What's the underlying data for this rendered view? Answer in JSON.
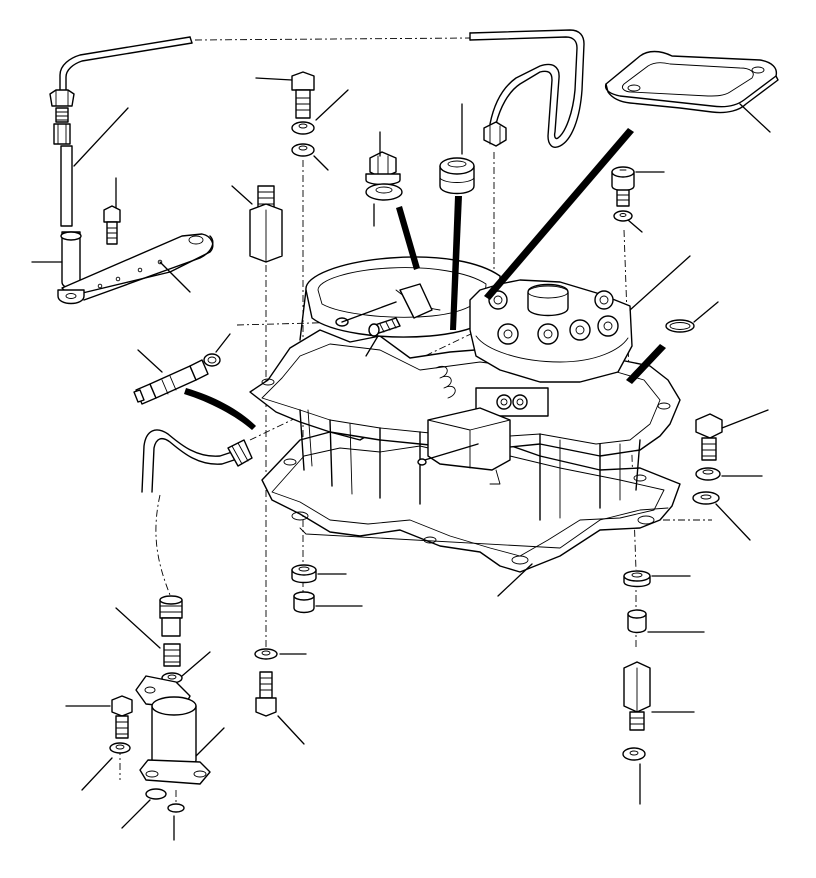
{
  "figure": {
    "type": "exploded-parts-diagram",
    "background": "#ffffff",
    "line_color": "#000000",
    "text_labels": []
  },
  "parts": [
    {
      "id": "fuel-pipe",
      "icon": "pipe"
    },
    {
      "id": "pipe-union-nut",
      "icon": "union-nut"
    },
    {
      "id": "mounting-bracket",
      "icon": "bracket"
    },
    {
      "id": "bracket-bolt",
      "icon": "bolt"
    },
    {
      "id": "stud-left",
      "icon": "stud"
    },
    {
      "id": "bolt-upper-left",
      "icon": "bolt"
    },
    {
      "id": "washer-upper-left",
      "icon": "washer"
    },
    {
      "id": "plug-bolt",
      "icon": "plug"
    },
    {
      "id": "sealing-washer",
      "icon": "washer"
    },
    {
      "id": "rubber-grommet",
      "icon": "grommet"
    },
    {
      "id": "throttle-cover",
      "icon": "cover"
    },
    {
      "id": "screw-upper-right",
      "icon": "screw"
    },
    {
      "id": "injector-housing",
      "icon": "housing"
    },
    {
      "id": "o-ring",
      "icon": "o-ring"
    },
    {
      "id": "banjo-adaptor",
      "icon": "adaptor"
    },
    {
      "id": "flexible-hose",
      "icon": "hose"
    },
    {
      "id": "solenoid-valve",
      "icon": "solenoid"
    },
    {
      "id": "throttle-body-gasket",
      "icon": "gasket"
    },
    {
      "id": "bush-left",
      "icon": "bush"
    },
    {
      "id": "spacer-left",
      "icon": "spacer"
    },
    {
      "id": "washer-lower-left",
      "icon": "washer"
    },
    {
      "id": "bolt-lower-left",
      "icon": "bolt"
    },
    {
      "id": "bolt-right",
      "icon": "bolt"
    },
    {
      "id": "washer-right",
      "icon": "washer"
    },
    {
      "id": "bush-right",
      "icon": "bush"
    },
    {
      "id": "spacer-right",
      "icon": "spacer"
    },
    {
      "id": "stud-right",
      "icon": "stud"
    },
    {
      "id": "washer-lower-right",
      "icon": "washer"
    },
    {
      "id": "cold-start-injector",
      "icon": "injector"
    },
    {
      "id": "injector-bolt",
      "icon": "bolt"
    }
  ]
}
